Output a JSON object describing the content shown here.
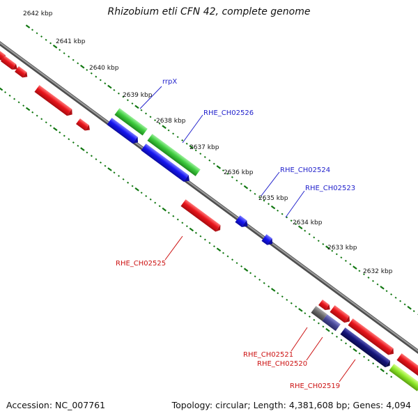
{
  "title": "Rhizobium etli CFN 42, complete genome",
  "footer": {
    "accession": "Accession: NC_007761",
    "topology": "Topology: circular; Length: 4,381,608 bp; Genes: 4,094"
  },
  "colors": {
    "backbone": "#858585",
    "ticks": "#117711",
    "tick_text": "#111111",
    "feature_red": "#e8141b",
    "feature_blue": "#1515f0",
    "feature_green": "#3fcc3f",
    "feature_navy": "#15157a",
    "feature_gray": "#6b6b6b",
    "feature_lime": "#8fe82a",
    "label_red": "#cc1111",
    "label_blue": "#2222cc"
  },
  "scale": {
    "unit": "kbp",
    "ticks": [
      {
        "label": "2642 kbp"
      },
      {
        "label": "2641 kbp"
      },
      {
        "label": "2640 kbp"
      },
      {
        "label": "2639 kbp"
      },
      {
        "label": "2638 kbp"
      },
      {
        "label": "2637 kbp"
      },
      {
        "label": "2636 kbp"
      },
      {
        "label": "2635 kbp"
      },
      {
        "label": "2634 kbp"
      },
      {
        "label": "2633 kbp"
      },
      {
        "label": "2632 kbp"
      }
    ]
  },
  "gene_labels": {
    "rrpX": "rrpX",
    "RHE_CH02526": "RHE_CH02526",
    "RHE_CH02524": "RHE_CH02524",
    "RHE_CH02523": "RHE_CH02523",
    "RHE_CH02525": "RHE_CH02525",
    "RHE_CH02521": "RHE_CH02521",
    "RHE_CH02520": "RHE_CH02520",
    "RHE_CH02519": "RHE_CH02519"
  }
}
